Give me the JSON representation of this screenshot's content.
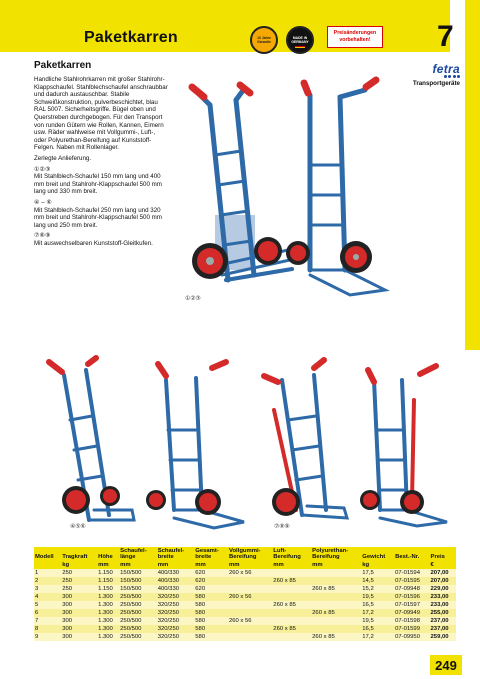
{
  "header": {
    "title": "Paketkarren",
    "chapter_number": "7",
    "seal_guarantee": "10 Jahre Garantie",
    "seal_germany": "MADE IN GERMANY",
    "price_notice": "Preisänderungen vorbehalten!"
  },
  "brand": {
    "logo": "fetra",
    "category": "Transportgeräte"
  },
  "product": {
    "heading": "Paketkarren",
    "paragraphs": [
      "Handliche Stahlrohrkarren mit großer Stahlrohr-Klappschaufel. Stahlblechschaufel anschraubbar und dadurch austauschbar. Stabile Schweißkonstruktion, pulverbeschichtet, blau RAL 5007. Sicherheitsgriffe. Bügel oben und Querstreben durchgebogen. Für den Transport von runden Gütern wie Rollen, Kannen, Eimern usw. Räder wahlweise mit Vollgummi-, Luft-, oder Polyurethan-Bereifung auf Kunststoff-Felgen. Naben mit Rollenlager.",
      "Zerlegte Anlieferung.",
      "①②③\nMit Stahlblech-Schaufel 150 mm lang und 400 mm breit und Stahlrohr-Klappschaufel 500 mm lang und 330 mm breit.",
      "④ – ⑥\nMit Stahlblech-Schaufel 250 mm lang und 320 mm breit und Stahlrohr-Klappschaufel 500 mm lang und 250 mm breit.",
      "⑦⑧⑨\nMit auswechselbaren Kunststoff-Gleitkufen."
    ]
  },
  "captions": {
    "photo_1": "①②③",
    "photo_2": "④⑤⑥",
    "photo_3": "⑦⑧⑨"
  },
  "table": {
    "headers": [
      "Modell",
      "Tragkraft",
      "Höhe",
      "Schaufel-\nlänge",
      "Schaufel-\nbreite",
      "Gesamt-\nbreite",
      "Vollgummi-\nBereifung",
      "Luft-\nBereifung",
      "Polyurethan-\nBereifung",
      "Gewicht",
      "Best.-Nr.",
      "Preis"
    ],
    "units": [
      "",
      "kg",
      "mm",
      "mm",
      "mm",
      "mm",
      "mm",
      "mm",
      "mm",
      "kg",
      "",
      "€"
    ],
    "rows": [
      [
        "1",
        "250",
        "1.150",
        "150/500",
        "400/330",
        "620",
        "260 x 56",
        "",
        "",
        "17,5",
        "07-01594",
        "207,00"
      ],
      [
        "2",
        "250",
        "1.150",
        "150/500",
        "400/330",
        "620",
        "",
        "260 x 85",
        "",
        "14,5",
        "07-01595",
        "207,00"
      ],
      [
        "3",
        "250",
        "1.150",
        "150/500",
        "400/330",
        "620",
        "",
        "",
        "260 x 85",
        "15,2",
        "07-09948",
        "229,00"
      ],
      [
        "4",
        "300",
        "1.300",
        "250/500",
        "320/250",
        "580",
        "260 x 56",
        "",
        "",
        "19,5",
        "07-01596",
        "233,00"
      ],
      [
        "5",
        "300",
        "1.300",
        "250/500",
        "320/250",
        "580",
        "",
        "260 x 85",
        "",
        "16,5",
        "07-01597",
        "233,00"
      ],
      [
        "6",
        "300",
        "1.300",
        "250/500",
        "320/250",
        "580",
        "",
        "",
        "260 x 85",
        "17,2",
        "07-09949",
        "255,00"
      ],
      [
        "7",
        "300",
        "1.300",
        "250/500",
        "320/250",
        "580",
        "260 x 56",
        "",
        "",
        "19,5",
        "07-01598",
        "237,00"
      ],
      [
        "8",
        "300",
        "1.300",
        "250/500",
        "320/250",
        "580",
        "",
        "260 x 85",
        "",
        "16,5",
        "07-01599",
        "237,00"
      ],
      [
        "9",
        "300",
        "1.300",
        "250/500",
        "320/250",
        "580",
        "",
        "",
        "260 x 85",
        "17,2",
        "07-09950",
        "259,00"
      ]
    ]
  },
  "page_number": "249",
  "colors": {
    "accent_yellow": "#f2e200",
    "frame_blue": "#2e6aa8",
    "grip_red": "#d42a2a",
    "brand_blue": "#1a47a0"
  }
}
